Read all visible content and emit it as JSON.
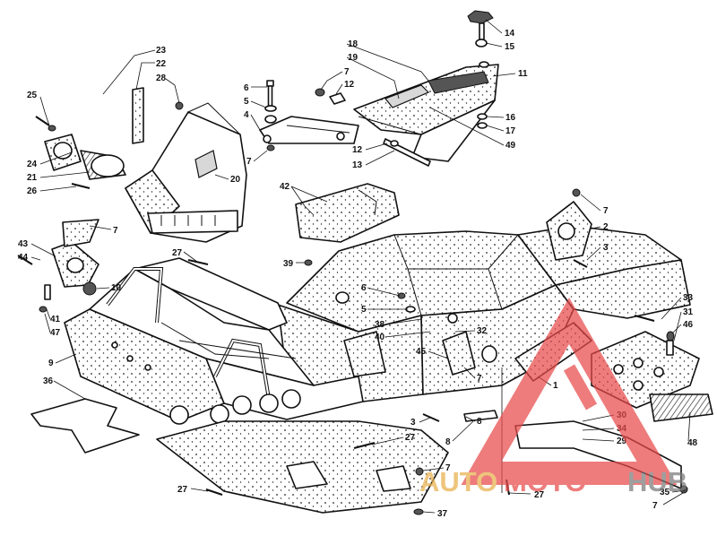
{
  "callouts": [
    {
      "id": "c1",
      "label": "23"
    },
    {
      "id": "c2",
      "label": "22"
    },
    {
      "id": "c3",
      "label": "28"
    },
    {
      "id": "c4",
      "label": "25"
    },
    {
      "id": "c5",
      "label": "24"
    },
    {
      "id": "c6",
      "label": "21"
    },
    {
      "id": "c7",
      "label": "26"
    },
    {
      "id": "c8",
      "label": "20"
    },
    {
      "id": "c9",
      "label": "7"
    },
    {
      "id": "c10",
      "label": "27"
    },
    {
      "id": "c11",
      "label": "6"
    },
    {
      "id": "c12",
      "label": "5"
    },
    {
      "id": "c13",
      "label": "4"
    },
    {
      "id": "c14",
      "label": "7"
    },
    {
      "id": "c15",
      "label": "7"
    },
    {
      "id": "c16",
      "label": "12"
    },
    {
      "id": "c17",
      "label": "18"
    },
    {
      "id": "c18",
      "label": "19"
    },
    {
      "id": "c19",
      "label": "14"
    },
    {
      "id": "c20",
      "label": "15"
    },
    {
      "id": "c21",
      "label": "11"
    },
    {
      "id": "c22",
      "label": "16"
    },
    {
      "id": "c23",
      "label": "17"
    },
    {
      "id": "c24",
      "label": "49"
    },
    {
      "id": "c25",
      "label": "12"
    },
    {
      "id": "c26",
      "label": "13"
    },
    {
      "id": "c27",
      "label": "42"
    },
    {
      "id": "c28",
      "label": "39"
    },
    {
      "id": "c29",
      "label": "7"
    },
    {
      "id": "c30",
      "label": "2"
    },
    {
      "id": "c31",
      "label": "3"
    },
    {
      "id": "c32",
      "label": "43"
    },
    {
      "id": "c33",
      "label": "44"
    },
    {
      "id": "c34",
      "label": "10"
    },
    {
      "id": "c35",
      "label": "41"
    },
    {
      "id": "c36",
      "label": "47"
    },
    {
      "id": "c37",
      "label": "9"
    },
    {
      "id": "c38",
      "label": "36"
    },
    {
      "id": "c39",
      "label": "6"
    },
    {
      "id": "c40",
      "label": "5"
    },
    {
      "id": "c41",
      "label": "38"
    },
    {
      "id": "c42",
      "label": "40"
    },
    {
      "id": "c43",
      "label": "32"
    },
    {
      "id": "c44",
      "label": "45"
    },
    {
      "id": "c45",
      "label": "7"
    },
    {
      "id": "c46",
      "label": "1"
    },
    {
      "id": "c47",
      "label": "33"
    },
    {
      "id": "c48",
      "label": "31"
    },
    {
      "id": "c49",
      "label": "46"
    },
    {
      "id": "c50",
      "label": "3"
    },
    {
      "id": "c51",
      "label": "8"
    },
    {
      "id": "c52",
      "label": "8"
    },
    {
      "id": "c53",
      "label": "30"
    },
    {
      "id": "c54",
      "label": "34"
    },
    {
      "id": "c55",
      "label": "29"
    },
    {
      "id": "c56",
      "label": "48"
    },
    {
      "id": "c57",
      "label": "27"
    },
    {
      "id": "c58",
      "label": "27"
    },
    {
      "id": "c59",
      "label": "7"
    },
    {
      "id": "c60",
      "label": "27"
    },
    {
      "id": "c61",
      "label": "37"
    },
    {
      "id": "c62",
      "label": "35"
    },
    {
      "id": "c63",
      "label": "7"
    }
  ],
  "watermark": {
    "word_a": "AUTO",
    "word_b": "MOTO",
    "word_c": "HUB",
    "color_red": "#e84a4a",
    "color_gold": "#e8b04a",
    "color_grey": "#7a7a7a"
  }
}
